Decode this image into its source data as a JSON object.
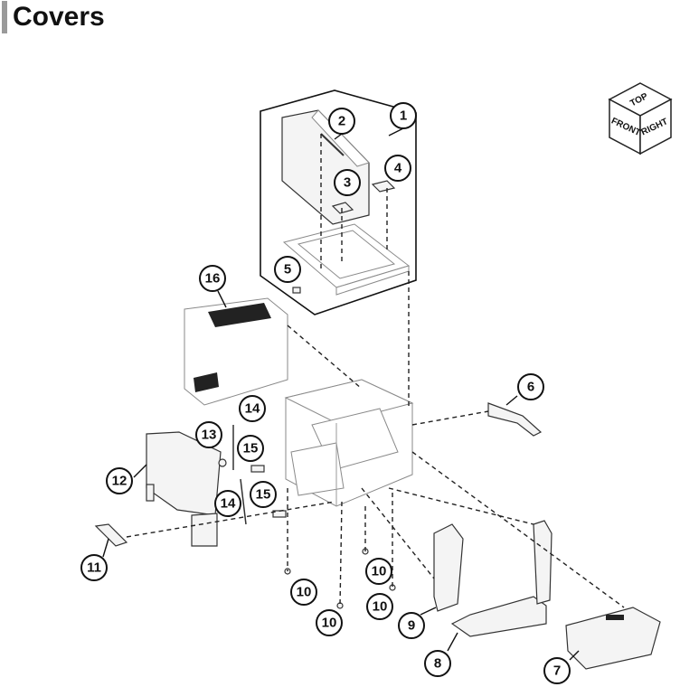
{
  "page": {
    "title": "Covers"
  },
  "orientation_cube": {
    "top": "TOP",
    "front": "FRONT",
    "right": "RIGHT"
  },
  "callouts": [
    "1",
    "2",
    "3",
    "4",
    "5",
    "6",
    "7",
    "8",
    "9",
    "10",
    "10",
    "10",
    "10",
    "11",
    "12",
    "13",
    "14",
    "14",
    "15",
    "15",
    "16"
  ]
}
